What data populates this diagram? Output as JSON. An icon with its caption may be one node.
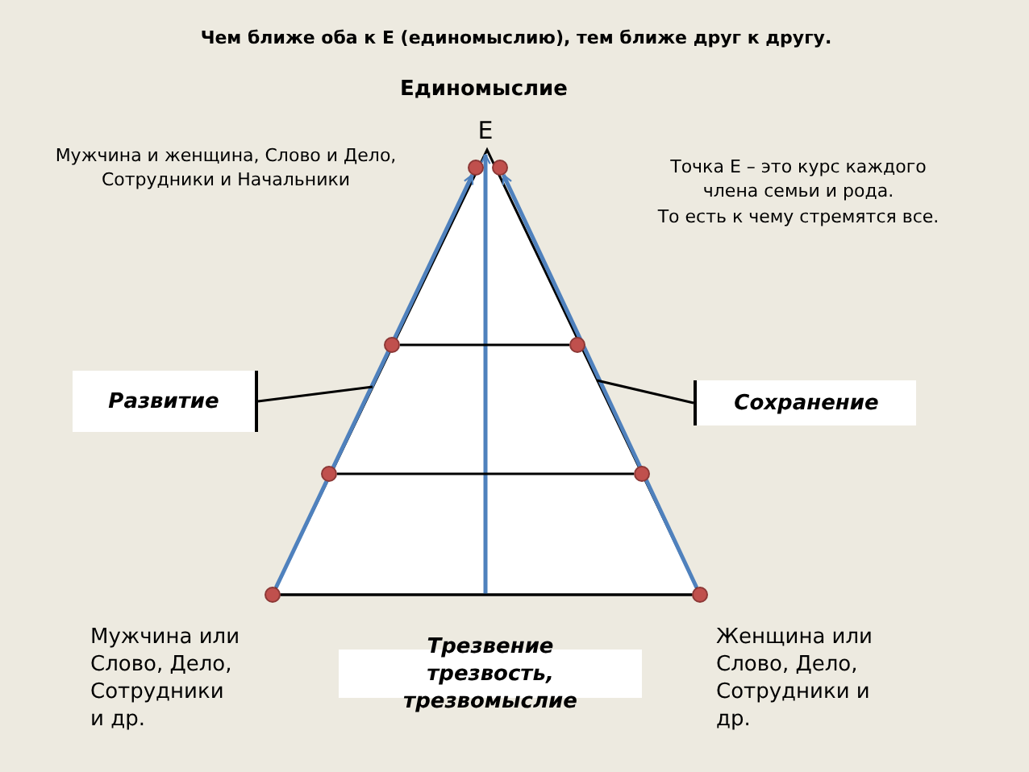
{
  "diagram": {
    "title": "Чем ближе оба к Е (единомыслию), тем ближе друг к другу.",
    "nodes": [
      {
        "text": [
          "Е"
        ]
      },
      {
        "text": [],
        "shape": "circle"
      },
      {
        "text": [],
        "shape": "circle"
      },
      {
        "text": [],
        "shape": "circle"
      },
      {
        "text": [],
        "shape": "circle"
      },
      {
        "text": [],
        "shape": "circle"
      },
      {
        "text": [],
        "shape": "circle"
      },
      {
        "text": [],
        "shape": "circle"
      },
      {
        "text": [],
        "shape": "circle"
      },
      {
        "text": [
          "Развитие"
        ]
      },
      {
        "text": [
          "Сохранение"
        ]
      },
      {
        "text": [
          "Трезвение трезвость, трезвомыслие"
        ]
      }
    ],
    "edges": [
      {
        "from": 7,
        "to": 1,
        "arrow": "to",
        "color": "#4f81bd"
      },
      {
        "from": 8,
        "to": 2,
        "arrow": "to",
        "color": "#4f81bd"
      },
      {
        "from": null,
        "to": 0,
        "arrow": "to",
        "color": "#4f81bd"
      },
      {
        "from": 3,
        "to": 4,
        "arrow": "none"
      },
      {
        "from": 5,
        "to": 6,
        "arrow": "none"
      },
      {
        "from": 7,
        "to": 8,
        "arrow": "none"
      },
      {
        "from": 9,
        "to": null,
        "arrow": "none"
      },
      {
        "from": 10,
        "to": null,
        "arrow": "none"
      }
    ],
    "labels": [
      "Единомыслие",
      "Мужчина и женщина, Слово и Дело, Сотрудники и Начальники",
      "Точка Е – это курс каждого члена семьи и рода.",
      "То есть к чему стремятся все.",
      "Мужчина или Слово, Дело, Сотрудники и др.",
      "Женщина или Слово, Дело, Сотрудники и др."
    ]
  }
}
